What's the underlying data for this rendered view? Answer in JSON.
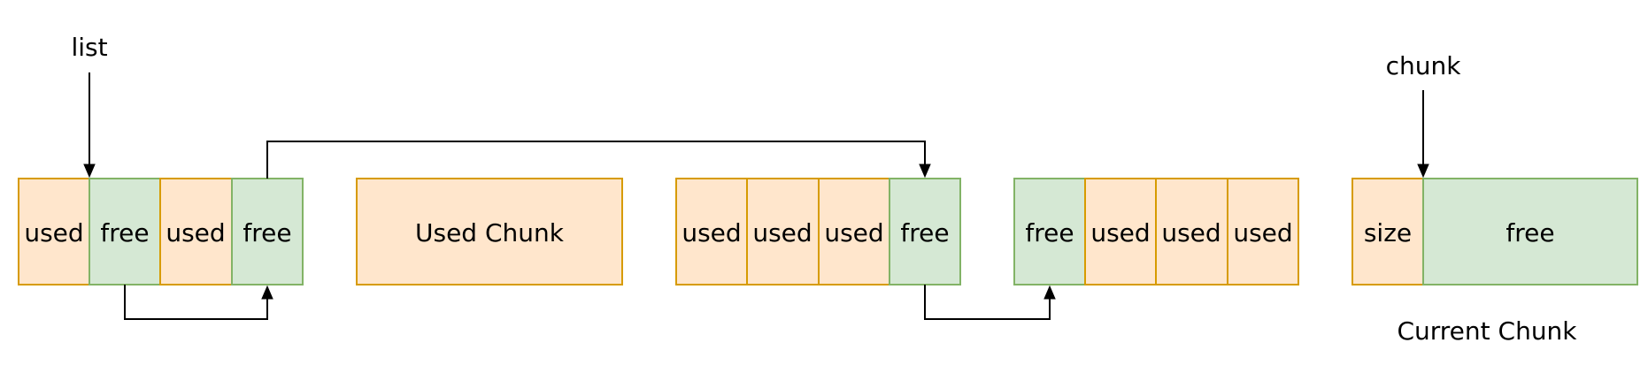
{
  "colors": {
    "used_fill": "#ffe6cc",
    "used_stroke": "#d79b00",
    "free_fill": "#d5e8d4",
    "free_stroke": "#82b366",
    "line": "#000000"
  },
  "labels": {
    "list": "list",
    "chunk": "chunk",
    "current_chunk": "Current Chunk"
  },
  "groups": [
    {
      "id": "group-1",
      "cells": [
        {
          "label": "used",
          "kind": "used"
        },
        {
          "label": "free",
          "kind": "free"
        },
        {
          "label": "used",
          "kind": "used"
        },
        {
          "label": "free",
          "kind": "free"
        }
      ]
    },
    {
      "id": "group-2",
      "cells": [
        {
          "label": "Used Chunk",
          "kind": "used"
        }
      ]
    },
    {
      "id": "group-3",
      "cells": [
        {
          "label": "used",
          "kind": "used"
        },
        {
          "label": "used",
          "kind": "used"
        },
        {
          "label": "used",
          "kind": "used"
        },
        {
          "label": "free",
          "kind": "free"
        }
      ]
    },
    {
      "id": "group-4",
      "cells": [
        {
          "label": "free",
          "kind": "free"
        },
        {
          "label": "used",
          "kind": "used"
        },
        {
          "label": "used",
          "kind": "used"
        },
        {
          "label": "used",
          "kind": "used"
        }
      ]
    },
    {
      "id": "group-5",
      "cells": [
        {
          "label": "size",
          "kind": "used"
        },
        {
          "label": "free",
          "kind": "free"
        }
      ]
    }
  ]
}
